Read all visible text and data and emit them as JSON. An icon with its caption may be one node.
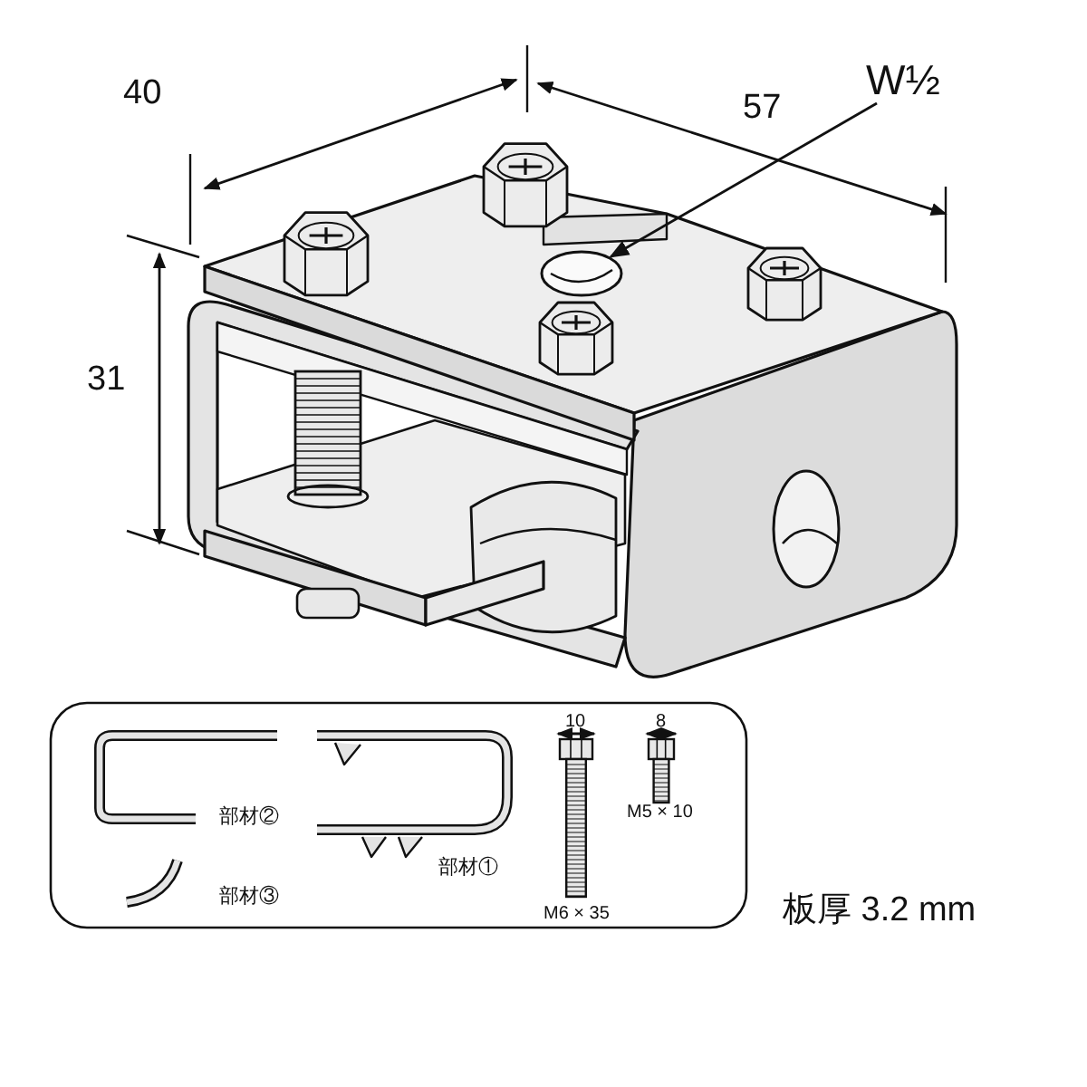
{
  "diagram": {
    "nodes": [
      {
        "text": [
          "W½"
        ]
      },
      {
        "text": [],
        "shape": "hole"
      }
    ],
    "edges": [
      {
        "from": 0,
        "to": 1,
        "arrow": "to"
      }
    ],
    "labels": [
      "40",
      "57",
      "31",
      "10",
      "8",
      "部材②",
      "M5 × 10",
      "部材①",
      "部材③",
      "M6 × 35",
      "板厚 3.2 mm"
    ]
  }
}
